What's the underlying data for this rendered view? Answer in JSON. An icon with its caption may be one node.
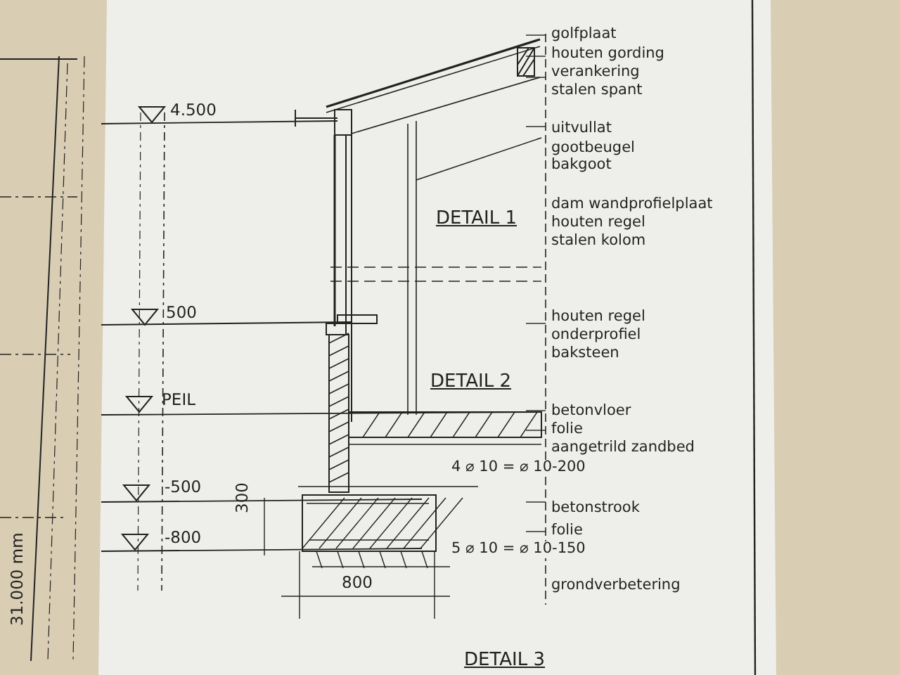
{
  "diagram": {
    "labels": [
      "31.000 mm",
      "4.500",
      "golfplaat",
      "houten gording",
      "verankering",
      "stalen spant",
      "uitvullat",
      "gootbeugel",
      "bakgoot",
      "dam wandprofielplaat",
      "DETAIL 1",
      "houten regel",
      "stalen kolom",
      "500",
      "houten regel",
      "onderprofiel",
      "baksteen",
      "DETAIL 2",
      "PEIL",
      "betonvloer",
      "folie",
      "aangetrild zandbed",
      "4 ⌀ 10 = ⌀ 10-200",
      "-500",
      "betonstrook",
      "300",
      "folie",
      "-800",
      "5 ⌀ 10 = ⌀ 10-150",
      "800",
      "grondverbetering",
      "DETAIL 3"
    ]
  }
}
